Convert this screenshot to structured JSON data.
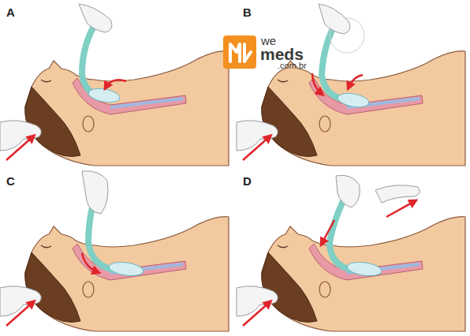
{
  "diagram": {
    "labels": [
      "A",
      "B",
      "C",
      "D",
      "we",
      "meds",
      ".com.br"
    ]
  }
}
